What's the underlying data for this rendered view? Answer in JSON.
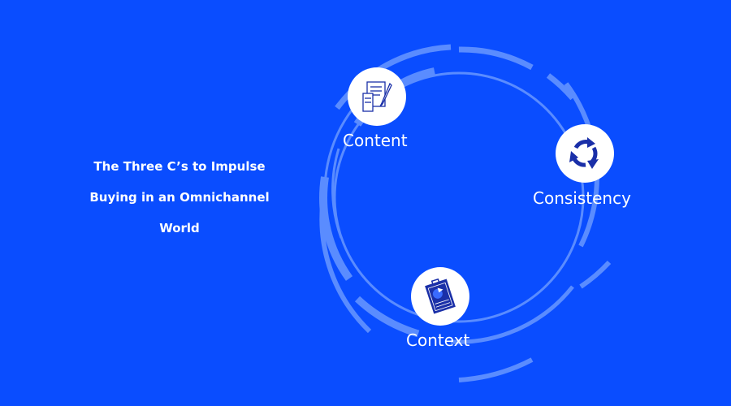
{
  "title_lines": [
    "The Three C’s to Impulse",
    "Buying in an Omnichannel",
    "World"
  ],
  "nodes": [
    {
      "label": "Content",
      "icon": "document-pen-icon"
    },
    {
      "label": "Consistency",
      "icon": "cycle-arrows-icon"
    },
    {
      "label": "Context",
      "icon": "clipboard-chart-icon"
    }
  ],
  "colors": {
    "background": "#0a4dff",
    "ring": "#5a8cff",
    "icon": "#1a2fa8"
  }
}
